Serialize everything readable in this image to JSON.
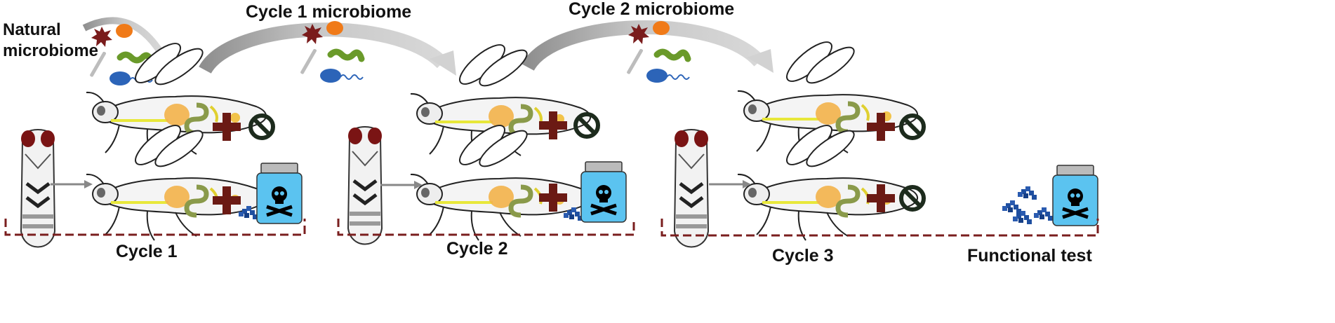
{
  "labels": {
    "natural_line1": "Natural",
    "natural_line2": "microbiome",
    "cycle1_microbiome": "Cycle 1 microbiome",
    "cycle2_microbiome": "Cycle 2 microbiome"
  },
  "sections": [
    {
      "label": "Cycle 1",
      "top_treatment": "none",
      "bottom_treatment": "insecticide"
    },
    {
      "label": "Cycle 2",
      "top_treatment": "none",
      "bottom_treatment": "insecticide"
    },
    {
      "label": "Cycle 3",
      "top_treatment": "none",
      "bottom_treatment": "none"
    },
    {
      "label": "Functional test",
      "treatment": "insecticide"
    }
  ],
  "colors": {
    "plus": "#6b1a14",
    "bracket": "#7a1e1e",
    "no_sign": "#1d2b1d",
    "bottle": "#5bc3f0",
    "granules": "#1f4fa0",
    "arrow_gray": "#b5b5b5",
    "pupa_eye": "#7a1414"
  },
  "icons": [
    "microbe-cluster-icon",
    "fly-icon",
    "pupa-icon",
    "plus-icon",
    "no-treatment-icon",
    "poison-bottle-icon",
    "granules-icon",
    "curved-arrow-icon"
  ]
}
